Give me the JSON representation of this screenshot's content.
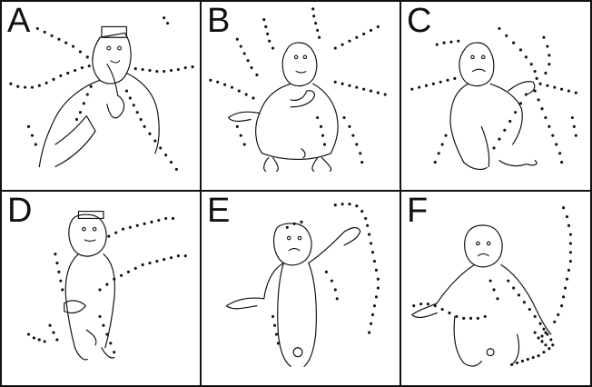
{
  "figure": {
    "background": "#ffffff",
    "border_color": "#111111",
    "panels": [
      {
        "label": "A",
        "subject": "monkey-sitting-hand-to-mouth",
        "dots_icon": "dotted-trajectory"
      },
      {
        "label": "B",
        "subject": "monkey-sitting-arms-open",
        "dots_icon": "dotted-trajectory"
      },
      {
        "label": "C",
        "subject": "monkey-sitting-hand-to-shoulder",
        "dots_icon": "dotted-trajectory"
      },
      {
        "label": "D",
        "subject": "monkey-sitting-hands-together",
        "dots_icon": "dotted-trajectory"
      },
      {
        "label": "E",
        "subject": "monkey-arm-raised",
        "dots_icon": "dotted-trajectory"
      },
      {
        "label": "F",
        "subject": "monkey-sitting-hand-lowered",
        "dots_icon": "dotted-trajectory"
      }
    ]
  }
}
